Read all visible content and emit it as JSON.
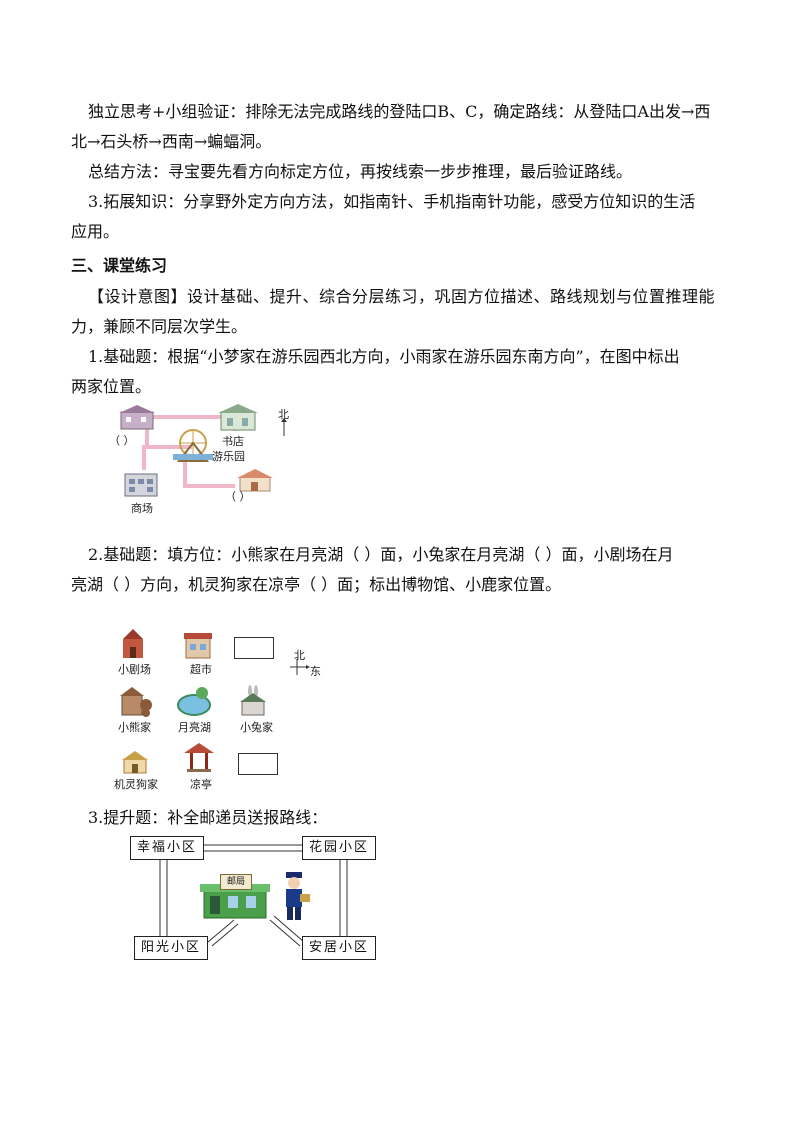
{
  "para": {
    "p1_line1": "独立思考+小组验证：排除无法完成路线的登陆口B、C，确定路线：从登陆口A出发→西",
    "p1_line2": "北→石头桥→西南→蝙蝠洞。",
    "p2": "总结方法：寻宝要先看方向标定方位，再按线索一步步推理，最后验证路线。",
    "p3_line1": "3.拓展知识：分享野外定方向方法，如指南针、手机指南针功能，感受方位知识的生活",
    "p3_line2": "应用。"
  },
  "section": {
    "heading": "三、课堂练习",
    "intent_line1": "【设计意图】设计基础、提升、综合分层练习，巩固方位描述、路线规划与位置推理能",
    "intent_line2": "力，兼顾不同层次学生。",
    "q1_line1": "1.基础题：根据“小梦家在游乐园西北方向，小雨家在游乐园东南方向”，在图中标出",
    "q1_line2": "两家位置。",
    "q2_line1": "2.基础题：填方位：小熊家在月亮湖（    ）面，小兔家在月亮湖（    ）面，小剧场在月",
    "q2_line2": "亮湖（    ）方向，机灵狗家在凉亭（    ）面；标出博物馆、小鹿家位置。",
    "q3": "3.提升题：补全邮递员送报路线："
  },
  "map1": {
    "north": "北",
    "bookstore": "书店",
    "park": "游乐园",
    "mall": "商场",
    "blank_left": "（          ）",
    "blank_right": "（          ）"
  },
  "map2": {
    "north": "北",
    "east": "东",
    "theater": "小剧场",
    "market": "超市",
    "bear": "小熊家",
    "lake": "月亮湖",
    "rabbit": "小兔家",
    "dog": "机灵狗家",
    "pavilion": "凉亭"
  },
  "map3": {
    "xingfu": "幸福小区",
    "huayuan": "花园小区",
    "yangguang": "阳光小区",
    "anju": "安居小区",
    "post_sign": "邮局"
  }
}
